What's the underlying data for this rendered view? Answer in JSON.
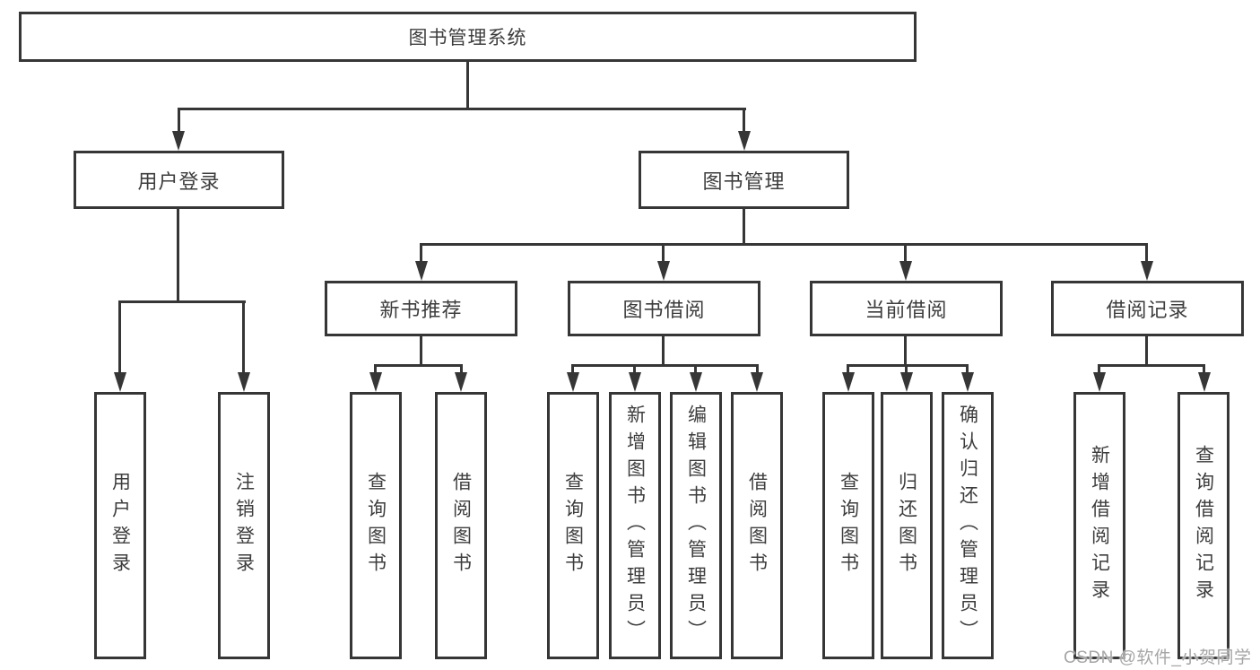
{
  "diagram": {
    "root": {
      "label": "图书管理系统"
    },
    "level1": [
      {
        "label": "用户登录"
      },
      {
        "label": "图书管理"
      }
    ],
    "level2": [
      {
        "label": "新书推荐"
      },
      {
        "label": "图书借阅"
      },
      {
        "label": "当前借阅"
      },
      {
        "label": "借阅记录"
      }
    ],
    "leaves": [
      {
        "label": "用户登录"
      },
      {
        "label": "注销登录"
      },
      {
        "label": "查询图书"
      },
      {
        "label": "借阅图书"
      },
      {
        "label": "查询图书"
      },
      {
        "label": "新增图书（管理员）"
      },
      {
        "label": "编辑图书（管理员）"
      },
      {
        "label": "借阅图书"
      },
      {
        "label": "查询图书"
      },
      {
        "label": "归还图书"
      },
      {
        "label": "确认归还（管理员）"
      },
      {
        "label": "新增借阅记录"
      },
      {
        "label": "查询借阅记录"
      }
    ]
  },
  "watermark": {
    "text": "CSDN @软件_小贺同学"
  },
  "colors": {
    "line": "#363636",
    "box_border": "#363636",
    "text": "#3d3d3d",
    "background": "#ffffff",
    "watermark": "#a6a6a6"
  }
}
